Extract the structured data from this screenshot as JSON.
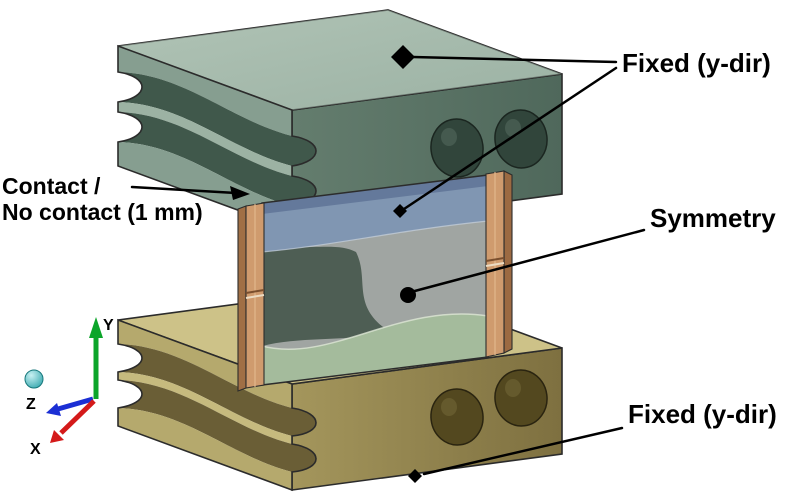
{
  "figure": {
    "labels": {
      "fixed_top": "Fixed (y-dir)",
      "symmetry": "Symmetry",
      "fixed_bottom": "Fixed (y-dir)",
      "contact_line1": "Contact /",
      "contact_line2": "No contact (1 mm)"
    },
    "axis_triad": {
      "x": "X",
      "y": "Y",
      "z": "Z"
    },
    "markers": {
      "fixed_top_face": "diamond",
      "interface": "diamond",
      "symmetry_face": "circle",
      "fixed_bottom_edge": "diamond"
    },
    "colors": {
      "annotation": "#000000",
      "top_slab_face": "#a7bcae",
      "bottom_slab_face": "#cdc288",
      "joint_blue": "#8096b2",
      "mortar_grey": "#a0a5a2",
      "dark_region": "#4e5e54",
      "green_region": "#a4bb9c",
      "brick_tan": "#cf9b6e",
      "axis_x": "#d41a1a",
      "axis_y": "#0ca52a",
      "axis_z": "#1b2fd4"
    }
  }
}
